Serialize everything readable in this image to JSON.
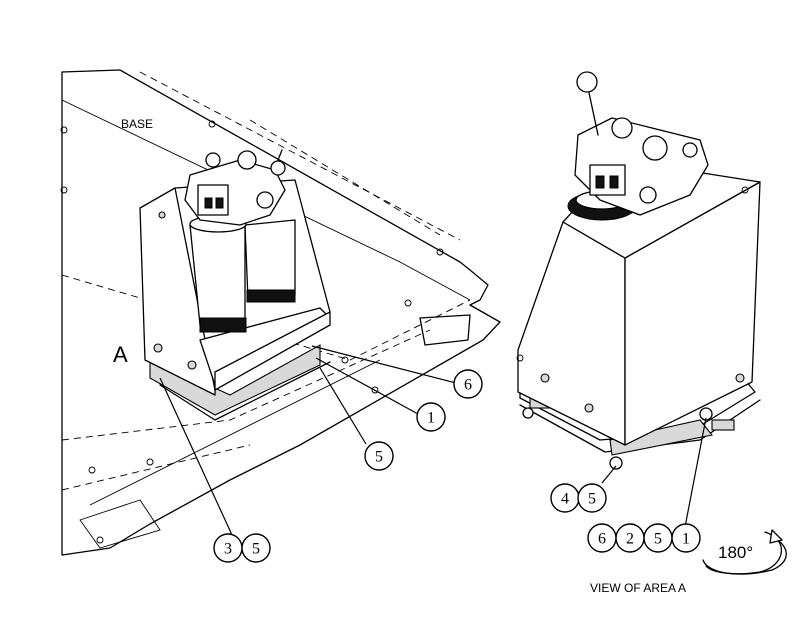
{
  "labels": {
    "base": "BASE",
    "area_marker": "A",
    "view_caption": "VIEW OF AREA A",
    "rotation": "180°"
  },
  "callouts": {
    "left_6": "6",
    "left_1": "1",
    "left_5": "5",
    "left_3": "3",
    "left_5b": "5",
    "right_4": "4",
    "right_5": "5",
    "right_6": "6",
    "right_2": "2",
    "right_5b": "5",
    "right_1": "1"
  }
}
